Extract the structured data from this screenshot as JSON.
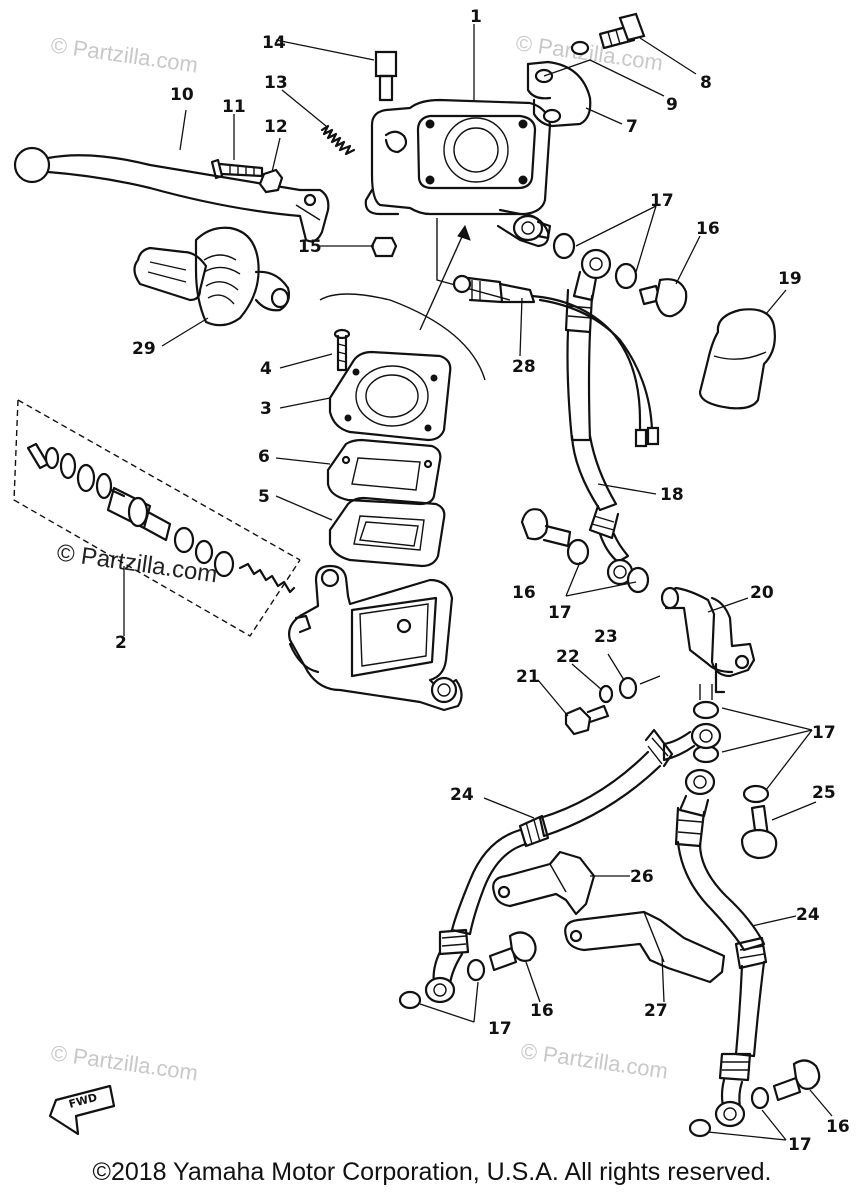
{
  "diagram": {
    "part_numbers": [
      "1",
      "2",
      "3",
      "4",
      "5",
      "6",
      "7",
      "8",
      "9",
      "10",
      "11",
      "12",
      "13",
      "14",
      "15",
      "16",
      "16",
      "16",
      "16",
      "17",
      "17",
      "17",
      "17",
      "17",
      "18",
      "19",
      "20",
      "21",
      "22",
      "23",
      "24",
      "24",
      "25",
      "26",
      "27",
      "28",
      "29"
    ],
    "labels": {
      "p1": "1",
      "p2": "2",
      "p3": "3",
      "p4": "4",
      "p5": "5",
      "p6": "6",
      "p7": "7",
      "p8": "8",
      "p9": "9",
      "p10": "10",
      "p11": "11",
      "p12": "12",
      "p13": "13",
      "p14": "14",
      "p15": "15",
      "p16a": "16",
      "p16b": "16",
      "p16c": "16",
      "p16d": "16",
      "p17a": "17",
      "p17b": "17",
      "p17c": "17",
      "p17d": "17",
      "p17e": "17",
      "p18": "18",
      "p19": "19",
      "p20": "20",
      "p21": "21",
      "p22": "22",
      "p23": "23",
      "p24a": "24",
      "p24b": "24",
      "p25": "25",
      "p26": "26",
      "p27": "27",
      "p28": "28",
      "p29": "29"
    },
    "fwd_label": "FWD"
  },
  "watermarks": {
    "text": "© Partzilla.com",
    "prominent": "© Partzilla.com"
  },
  "footer": {
    "copyright": "©2018 Yamaha Motor Corporation, U.S.A. All rights reserved."
  }
}
